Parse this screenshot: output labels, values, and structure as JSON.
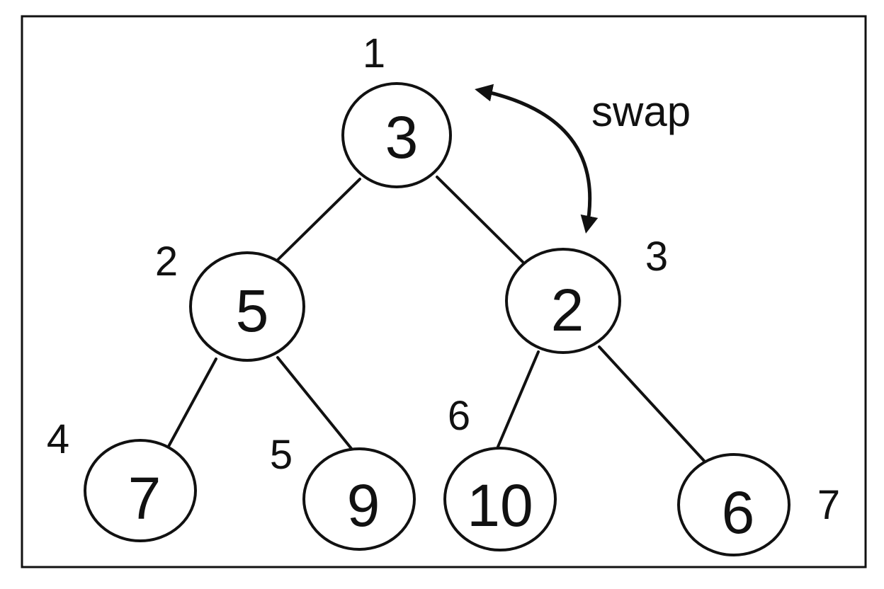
{
  "diagram": {
    "nodes": [
      {
        "value": "3",
        "index": "1"
      },
      {
        "value": "5",
        "index": "2"
      },
      {
        "value": "2",
        "index": "3"
      },
      {
        "value": "7",
        "index": "4"
      },
      {
        "value": "9",
        "index": "5"
      },
      {
        "value": "10",
        "index": "6"
      },
      {
        "value": "6",
        "index": "7"
      }
    ],
    "edges": [
      [
        "1",
        "2"
      ],
      [
        "1",
        "3"
      ],
      [
        "2",
        "4"
      ],
      [
        "2",
        "5"
      ],
      [
        "3",
        "6"
      ],
      [
        "3",
        "7"
      ]
    ],
    "swap": {
      "label": "swap",
      "between": [
        "1",
        "3"
      ]
    }
  },
  "colors": {
    "ink": "#111111",
    "background": "#ffffff"
  }
}
